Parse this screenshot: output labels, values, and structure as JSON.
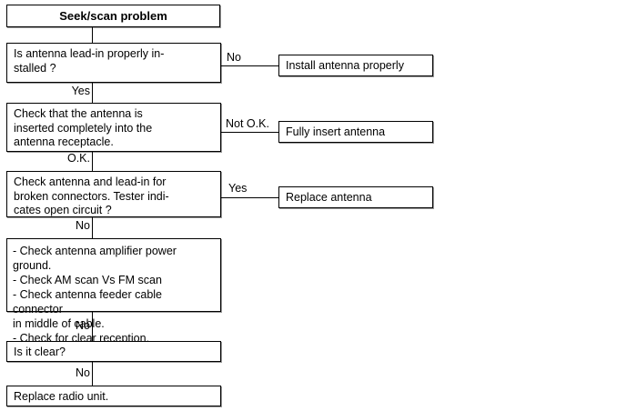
{
  "diagram": {
    "title": "Seek/scan problem",
    "type": "troubleshooting-flowchart",
    "nodes": {
      "start": "Seek/scan problem",
      "q1": "Is antenna lead-in properly in-\nstalled ?",
      "q2": "Check that the antenna is\ninserted completely into the\nantenna receptacle.",
      "q3": "Check antenna and lead-in for\nbroken connectors. Tester indi-\ncates open circuit ?",
      "checks": "- Check antenna amplifier power ground.\n- Check AM scan Vs FM scan\n- Check antenna feeder cable connector\n   in middle of cable.\n- Check for clear reception.",
      "q4": "Is it clear?",
      "end": "Replace radio unit.",
      "action1": "Install antenna properly",
      "action2": "Fully insert antenna",
      "action3": "Replace antenna"
    },
    "edge_labels": {
      "q1_no": "No",
      "q1_yes": "Yes",
      "q2_notok": "Not O.K.",
      "q2_ok": "O.K.",
      "q3_yes": "Yes",
      "q3_no": "No",
      "checks_no": "No",
      "q4_no": "No"
    },
    "colors": {
      "background": "#ffffff",
      "border": "#000000",
      "shadow": "#9a9a9a",
      "text": "#000000"
    }
  }
}
